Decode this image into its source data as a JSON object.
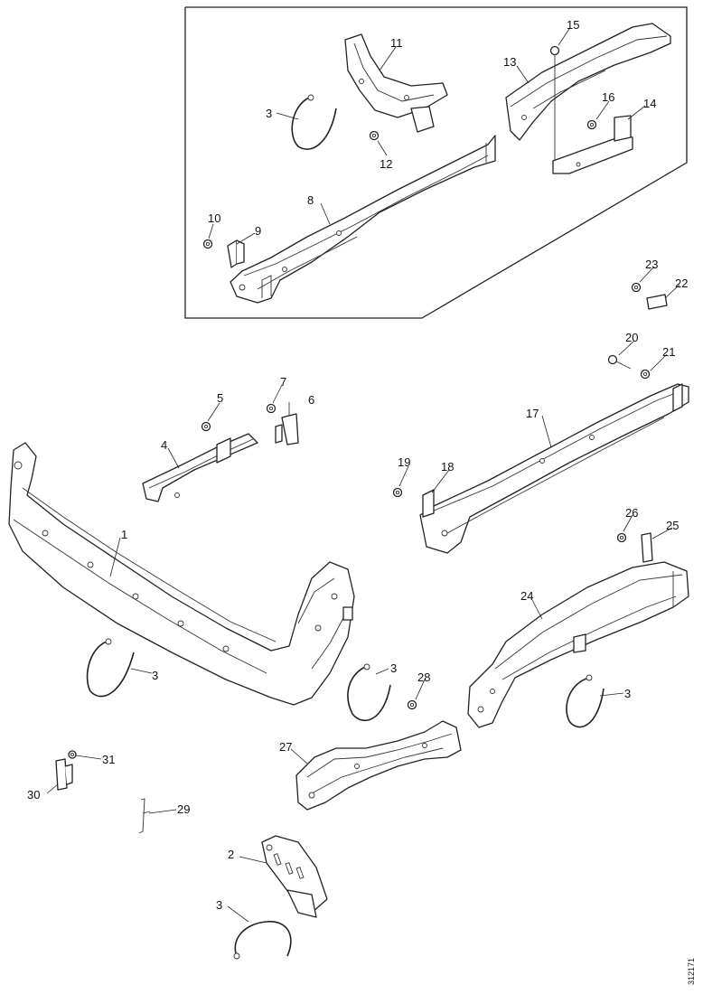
{
  "diagram": {
    "reference_code": "312171",
    "callouts": [
      {
        "key": "c1",
        "label": "1"
      },
      {
        "key": "c2",
        "label": "2"
      },
      {
        "key": "c3a",
        "label": "3"
      },
      {
        "key": "c3b",
        "label": "3"
      },
      {
        "key": "c3c",
        "label": "3"
      },
      {
        "key": "c3d",
        "label": "3"
      },
      {
        "key": "c3e",
        "label": "3"
      },
      {
        "key": "c4",
        "label": "4"
      },
      {
        "key": "c5",
        "label": "5"
      },
      {
        "key": "c6",
        "label": "6"
      },
      {
        "key": "c7",
        "label": "7"
      },
      {
        "key": "c8",
        "label": "8"
      },
      {
        "key": "c9",
        "label": "9"
      },
      {
        "key": "c10",
        "label": "10"
      },
      {
        "key": "c11",
        "label": "11"
      },
      {
        "key": "c12",
        "label": "12"
      },
      {
        "key": "c13",
        "label": "13"
      },
      {
        "key": "c14",
        "label": "14"
      },
      {
        "key": "c15",
        "label": "15"
      },
      {
        "key": "c16",
        "label": "16"
      },
      {
        "key": "c17",
        "label": "17"
      },
      {
        "key": "c18",
        "label": "18"
      },
      {
        "key": "c19",
        "label": "19"
      },
      {
        "key": "c20",
        "label": "20"
      },
      {
        "key": "c21",
        "label": "21"
      },
      {
        "key": "c22",
        "label": "22"
      },
      {
        "key": "c23",
        "label": "23"
      },
      {
        "key": "c24",
        "label": "24"
      },
      {
        "key": "c25",
        "label": "25"
      },
      {
        "key": "c26",
        "label": "26"
      },
      {
        "key": "c27",
        "label": "27"
      },
      {
        "key": "c28a",
        "label": "28"
      },
      {
        "key": "c29",
        "label": "29"
      },
      {
        "key": "c30",
        "label": "30"
      },
      {
        "key": "c31",
        "label": "31"
      }
    ]
  }
}
